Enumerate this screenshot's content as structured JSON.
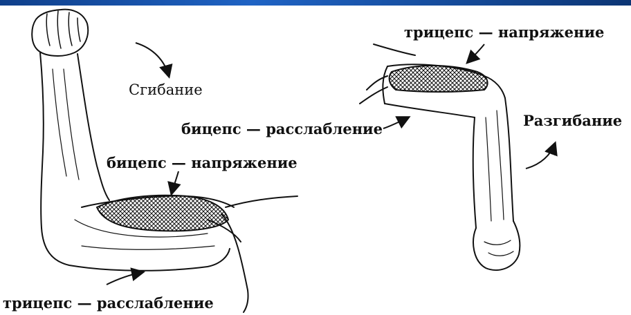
{
  "labels": {
    "flexion": "Сгибание",
    "extension": "Разгибание",
    "biceps_relaxed": "бицепс — расслабление",
    "biceps_tense": "бицепс — напряжение",
    "triceps_tense": "трицепс — напряжение",
    "triceps_relaxed": "трицепс — расслабление"
  },
  "colors": {
    "accent_bar": "#1f63c4",
    "ink": "#111111"
  }
}
